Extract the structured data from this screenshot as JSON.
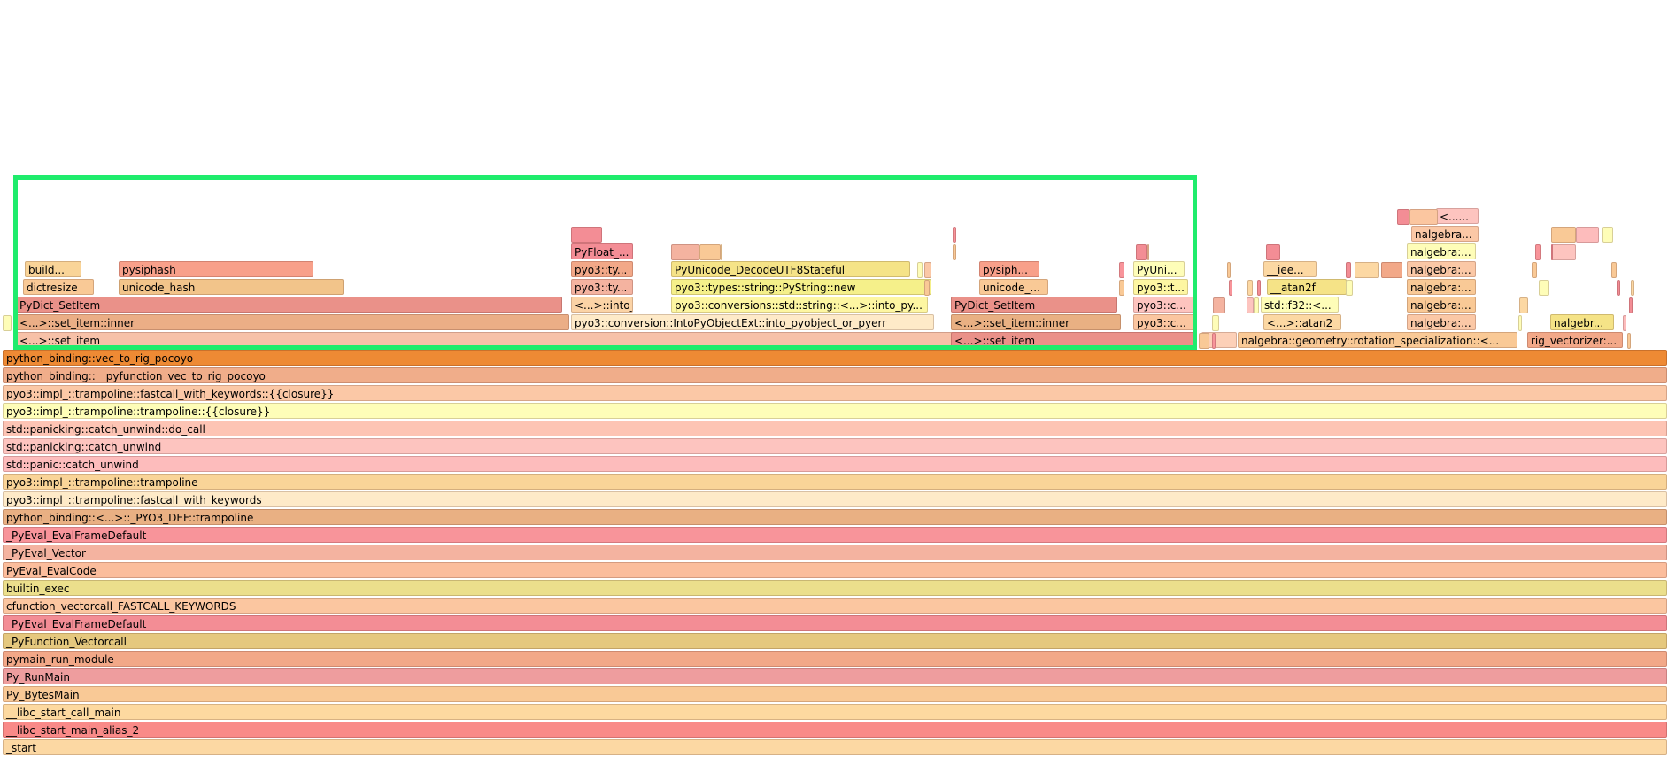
{
  "palette": {
    "orange": "#ee8a34",
    "salmon_light": "#f0ad8a",
    "peach": "#fbc8a6",
    "pale_yellow": "#fefdb8",
    "pink_light": "#fdc4bf",
    "pink": "#fdbcbc",
    "tan": "#f9d498",
    "cream": "#feeac8",
    "sand": "#e9b083",
    "rose": "#f8949a",
    "salmon": "#f4b3a0",
    "khaki": "#ebdf8c",
    "wheat": "#fbc6a0",
    "coral": "#f38d95",
    "mustard": "#e5c87e",
    "apricot": "#f2a888",
    "dusty_rose": "#ee9d9e",
    "light_orange": "#f9c996",
    "blush": "#fcd8a3",
    "red_salmon": "#f98a88",
    "yellow_soft": "#f5e387",
    "red_soft": "#ea9189",
    "light_rose": "#f7c1a8",
    "yellow_light": "#fdf6a2"
  },
  "stack_rows": [
    {
      "frames": [
        {
          "label": "_start",
          "color": "#fcd8a3"
        }
      ]
    },
    {
      "frames": [
        {
          "label": "__libc_start_main_alias_2",
          "color": "#f98a88"
        }
      ]
    },
    {
      "frames": [
        {
          "label": "__libc_start_call_main",
          "color": "#fdd9a0"
        }
      ]
    },
    {
      "frames": [
        {
          "label": "Py_BytesMain",
          "color": "#f9c996"
        }
      ]
    },
    {
      "frames": [
        {
          "label": "Py_RunMain",
          "color": "#ee9d9e"
        }
      ]
    },
    {
      "frames": [
        {
          "label": "pymain_run_module",
          "color": "#f2a888"
        }
      ]
    },
    {
      "frames": [
        {
          "label": "_PyFunction_Vectorcall",
          "color": "#e5c87e"
        }
      ]
    },
    {
      "frames": [
        {
          "label": "_PyEval_EvalFrameDefault",
          "color": "#f38d95"
        }
      ]
    },
    {
      "frames": [
        {
          "label": "cfunction_vectorcall_FASTCALL_KEYWORDS",
          "color": "#fbc6a0"
        }
      ]
    },
    {
      "frames": [
        {
          "label": "builtin_exec",
          "color": "#ebdf8c"
        }
      ]
    },
    {
      "frames": [
        {
          "label": "PyEval_EvalCode",
          "color": "#fbbd9c"
        }
      ]
    },
    {
      "frames": [
        {
          "label": "_PyEval_Vector",
          "color": "#f4b3a0"
        }
      ]
    },
    {
      "frames": [
        {
          "label": "_PyEval_EvalFrameDefault",
          "color": "#f8949a"
        }
      ]
    },
    {
      "frames": [
        {
          "label": "python_binding::<...>::_PYO3_DEF::trampoline",
          "color": "#e9b083"
        }
      ]
    },
    {
      "frames": [
        {
          "label": "pyo3::impl_::trampoline::fastcall_with_keywords",
          "color": "#feeac8"
        }
      ]
    },
    {
      "frames": [
        {
          "label": "pyo3::impl_::trampoline::trampoline",
          "color": "#f9d498"
        }
      ]
    },
    {
      "frames": [
        {
          "label": "std::panic::catch_unwind",
          "color": "#fdbcbc"
        }
      ]
    },
    {
      "frames": [
        {
          "label": "std::panicking::catch_unwind",
          "color": "#fdc4bf"
        }
      ]
    },
    {
      "frames": [
        {
          "label": "std::panicking::catch_unwind::do_call",
          "color": "#fdc4b4"
        }
      ]
    },
    {
      "frames": [
        {
          "label": "pyo3::impl_::trampoline::trampoline::{{closure}}",
          "color": "#fefdb8"
        }
      ]
    },
    {
      "frames": [
        {
          "label": "pyo3::impl_::trampoline::fastcall_with_keywords::{{closure}}",
          "color": "#fbc8a6"
        }
      ]
    },
    {
      "frames": [
        {
          "label": "python_binding::__pyfunction_vec_to_rig_pocoyo",
          "color": "#f0ad8a"
        }
      ]
    },
    {
      "frames": [
        {
          "label": "python_binding::vec_to_rig_pocoyo",
          "color": "#ee8a34"
        }
      ]
    },
    {
      "frames": [
        {
          "label": "<...>::set_item",
          "color": "#f7c1a8"
        },
        {
          "label": "<...>::set_item",
          "color": "#ea9189"
        },
        {
          "label": "",
          "color": "#fcd0b8"
        },
        {
          "label": "nalgebra::geometry::rotation_specialization::<...",
          "color": "#f9c996"
        },
        {
          "label": "rig_vectorizer:...",
          "color": "#f2a888"
        }
      ]
    },
    {
      "frames": [
        {
          "label": "<...>::set_item::inner",
          "color": "#ebae86"
        },
        {
          "label": "pyo3::conversion::IntoPyObjectExt::into_pyobject_or_pyerr",
          "color": "#feeac8"
        },
        {
          "label": "<...>::set_item::inner",
          "color": "#e9b083"
        },
        {
          "label": "pyo3::c...",
          "color": "#fbc6a0"
        },
        {
          "label": "<...>::atan2",
          "color": "#fcd8a3"
        },
        {
          "label": "nalgebra:...",
          "color": "#fbc8a6"
        },
        {
          "label": "nalgebr...",
          "color": "#f5e387"
        }
      ]
    },
    {
      "frames": [
        {
          "label": "PyDict_SetItem",
          "color": "#ea9189"
        },
        {
          "label": "<...>::into_pyo...",
          "color": "#fbd3a6"
        },
        {
          "label": "pyo3::conversions::std::string::<...>::into_py...",
          "color": "#fdf6a2"
        },
        {
          "label": "PyDict_SetItem",
          "color": "#ea9189"
        },
        {
          "label": "pyo3::c...",
          "color": "#fdc4bf"
        },
        {
          "label": "std::f32::<...",
          "color": "#fefdb8"
        },
        {
          "label": "nalgebra:...",
          "color": "#f9c996"
        }
      ]
    },
    {
      "frames": [
        {
          "label": "dictresize",
          "color": "#f9c996"
        },
        {
          "label": "unicode_hash",
          "color": "#f2c48a"
        },
        {
          "label": "pyo3::ty...",
          "color": "#f4b3a0"
        },
        {
          "label": "pyo3::types::string::PyString::new",
          "color": "#f5f08a"
        },
        {
          "label": "unicode_...",
          "color": "#f9c996"
        },
        {
          "label": "pyo3::t...",
          "color": "#fdf6a2"
        },
        {
          "label": "__atan2f",
          "color": "#f5e387"
        },
        {
          "label": "nalgebra:...",
          "color": "#f9c996"
        }
      ]
    },
    {
      "frames": [
        {
          "label": "build...",
          "color": "#f9d498"
        },
        {
          "label": "pysiphash",
          "color": "#f8a08a"
        },
        {
          "label": "pyo3::ty...",
          "color": "#f2a888"
        },
        {
          "label": "PyUnicode_DecodeUTF8Stateful",
          "color": "#f5e387"
        },
        {
          "label": "pysiph...",
          "color": "#f8a08a"
        },
        {
          "label": "PyUni...",
          "color": "#fefdb8"
        },
        {
          "label": "__iee...",
          "color": "#fcd8a3"
        },
        {
          "label": "nalgebra:...",
          "color": "#fbc8a6"
        }
      ]
    },
    {
      "frames": [
        {
          "label": "PyFloat_...",
          "color": "#f38d95"
        },
        {
          "label": "nalgebra:...",
          "color": "#fefdb8"
        }
      ]
    },
    {
      "frames": [
        {
          "label": "nalgebra...",
          "color": "#fbc8a6"
        }
      ]
    },
    {
      "frames": [
        {
          "label": "<......",
          "color": "#fdc4bf"
        }
      ]
    }
  ]
}
